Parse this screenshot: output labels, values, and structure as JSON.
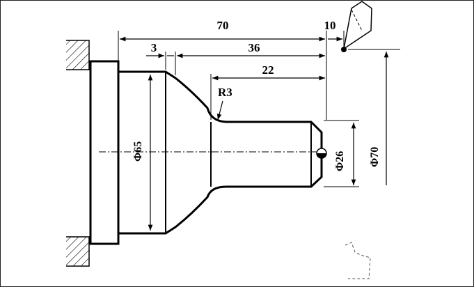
{
  "dimensions": {
    "overall_length": "70",
    "clearance": "10",
    "chamfer_length": "3",
    "taper_to_end": "36",
    "small_dia_length": "22"
  },
  "radius_label": "R3",
  "diameters": {
    "large": "Φ65",
    "small": "Φ26",
    "stock": "Φ70"
  },
  "colors": {
    "line": "#000000",
    "background": "#ffffff"
  }
}
